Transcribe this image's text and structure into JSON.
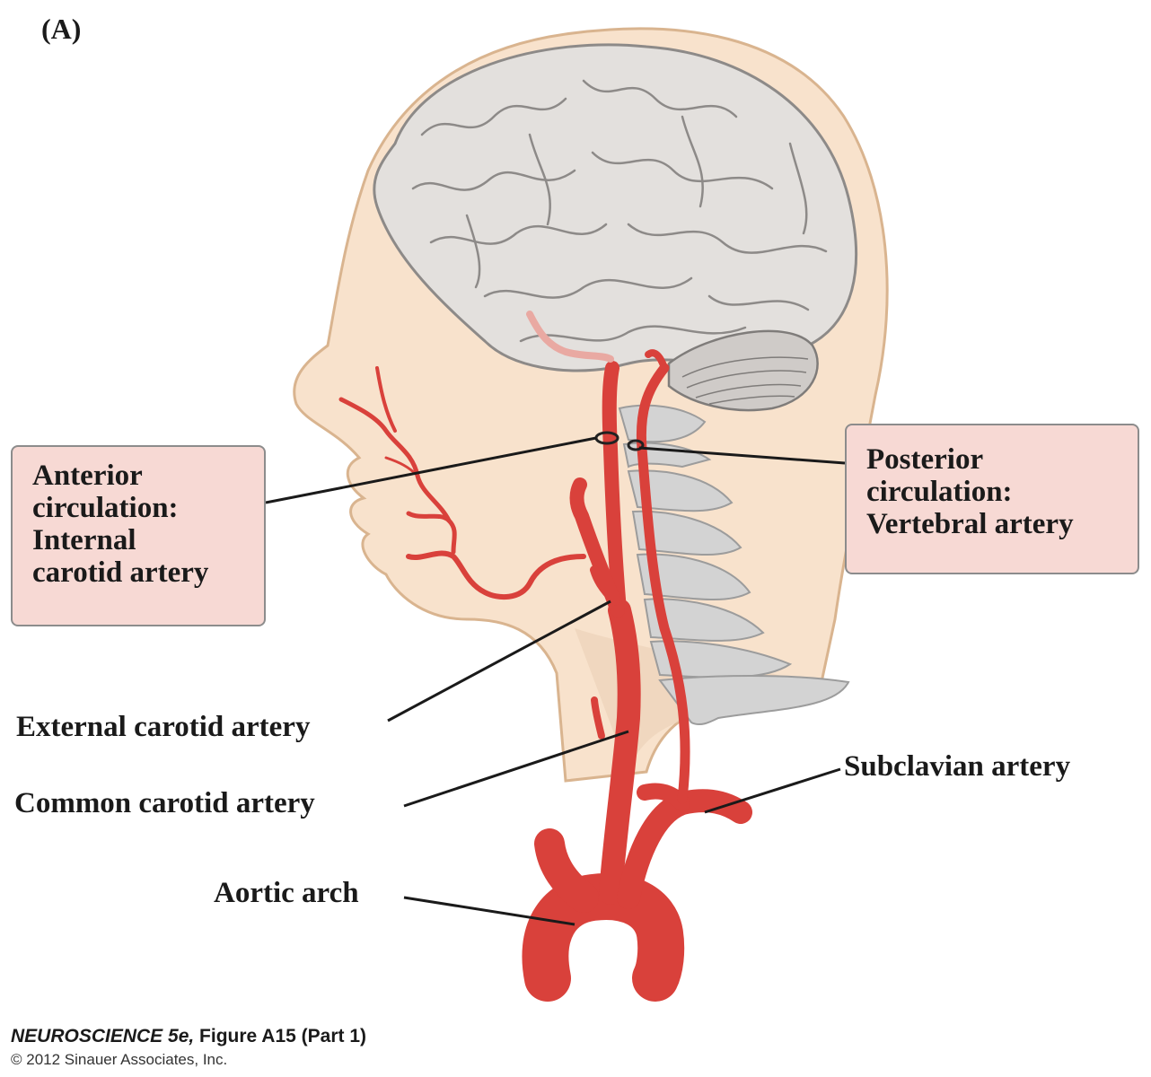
{
  "figure": {
    "panel_letter": "(A)",
    "callouts": {
      "anterior": [
        "Anterior",
        "circulation:",
        "Internal",
        "carotid artery"
      ],
      "posterior": [
        "Posterior",
        "circulation:",
        "Vertebral artery"
      ]
    },
    "labels": {
      "external_carotid": "External carotid artery",
      "common_carotid": "Common carotid artery",
      "aortic_arch": "Aortic arch",
      "subclavian": "Subclavian artery"
    },
    "credit": {
      "book": "NEUROSCIENCE 5e,",
      "figure": " Figure A15 (Part 1)",
      "copyright": "© 2012 Sinauer Associates, Inc."
    },
    "colors": {
      "skin": "#f8e2cc",
      "skin_outline": "#d9b48f",
      "brain": "#e3e0dd",
      "artery": "#d9413b",
      "bone": "#d3d3d3",
      "callout_fill": "#f7d9d4"
    }
  }
}
